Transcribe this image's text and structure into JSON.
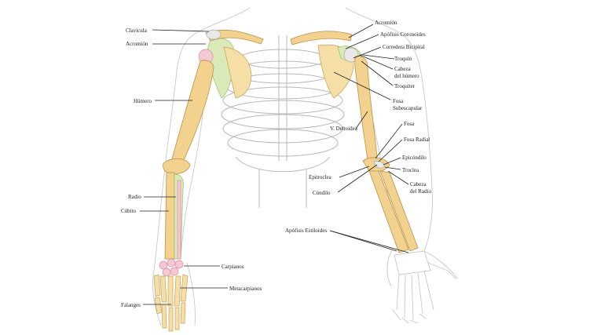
{
  "labels": {
    "clavicula": "Clavicula",
    "acromion_left": "Acromión",
    "humero": "Húmero",
    "radio": "Radio",
    "cubito": "Cúbito",
    "carpianos": "Carpianos",
    "metacarpianos": "Metacarpianos",
    "falanges": "Falanges",
    "acromion_right": "Acromión",
    "apofisis_coronoides": "Apófisis Coronoides",
    "corredera_bicipital": "Corredera Bicipital",
    "troquin": "Troquín",
    "cabeza_humero_1": "Cabeza",
    "cabeza_humero_2": "del húmero",
    "troquiter": "Troquiter",
    "fosa_subescapular_1": "Fosa",
    "fosa_subescapular_2": "Subescapular",
    "v_deltoidea": "V. Deltoidea",
    "fosa": "Fosa",
    "fosa_radial": "Fosa Radial",
    "epicondilo": "Epicóndilo",
    "troclea": "Troclea",
    "epitroclea": "Epitroclea",
    "cabeza_radio_1": "Cabeza",
    "cabeza_radio_2": "del Radio",
    "condilo": "Cóndilo",
    "apofisis_estiloides": "Apófisis Estiloides"
  }
}
